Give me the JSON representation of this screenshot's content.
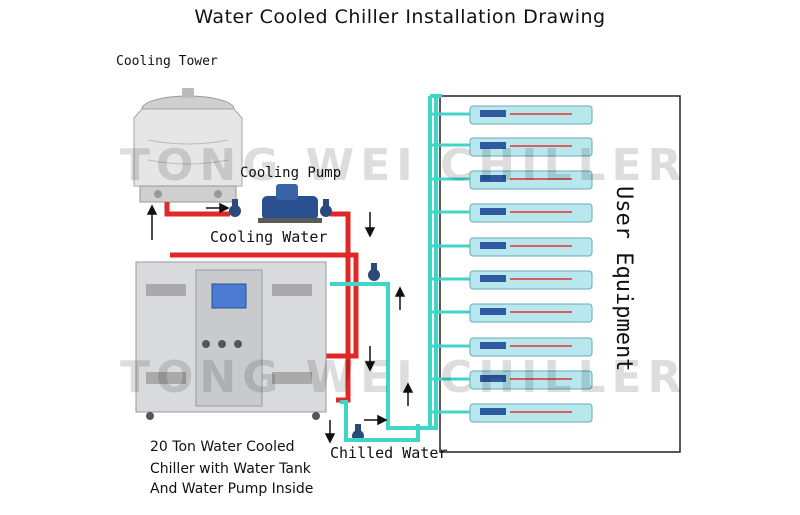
{
  "title": "Water Cooled Chiller Installation Drawing",
  "labels": {
    "cooling_tower": "Cooling Tower",
    "cooling_pump": "Cooling Pump",
    "cooling_water": "Cooling Water",
    "chilled_water": "Chilled Water",
    "user_equipment": "User Equipment",
    "chiller_caption_1": "20 Ton Water Cooled",
    "chiller_caption_2": "Chiller with Water Tank",
    "chiller_caption_3": "And Water Pump Inside"
  },
  "watermark": "TONG WEI CHILLER",
  "colors": {
    "cooling_pipe": "#e02828",
    "chilled_pipe": "#3fd6c8",
    "chiller_body": "#d9dadd",
    "tower_body": "#e6e6e6",
    "pump_body": "#2a4f8f"
  },
  "user_equipment_units": 10
}
